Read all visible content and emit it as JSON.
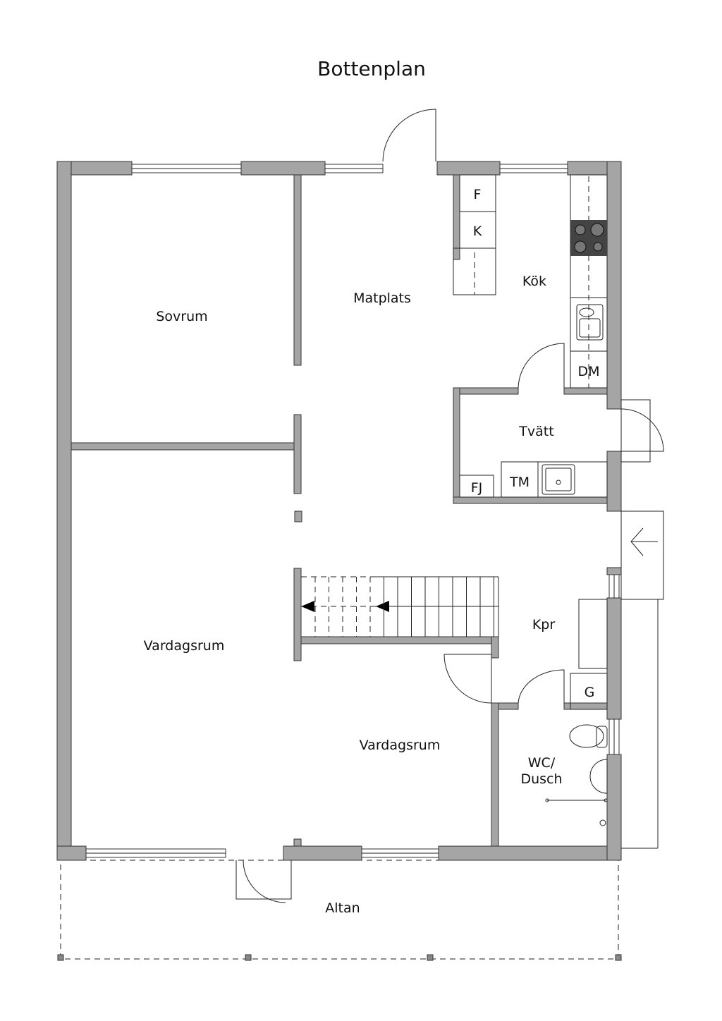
{
  "title": "Bottenplan",
  "rooms": {
    "sovrum": "Sovrum",
    "matplats": "Matplats",
    "kok": "Kök",
    "tvatt": "Tvätt",
    "vardagsrum_1": "Vardagsrum",
    "vardagsrum_2": "Vardagsrum",
    "kpr": "Kpr",
    "wc_line1": "WC/",
    "wc_line2": "Dusch",
    "altan": "Altan"
  },
  "fixtures": {
    "fridge": "F",
    "freezer": "K",
    "dishwasher": "DM",
    "washer": "TM",
    "fj": "FJ",
    "g": "G"
  },
  "colors": {
    "wall": "#a5a5a5",
    "line": "#222222"
  }
}
